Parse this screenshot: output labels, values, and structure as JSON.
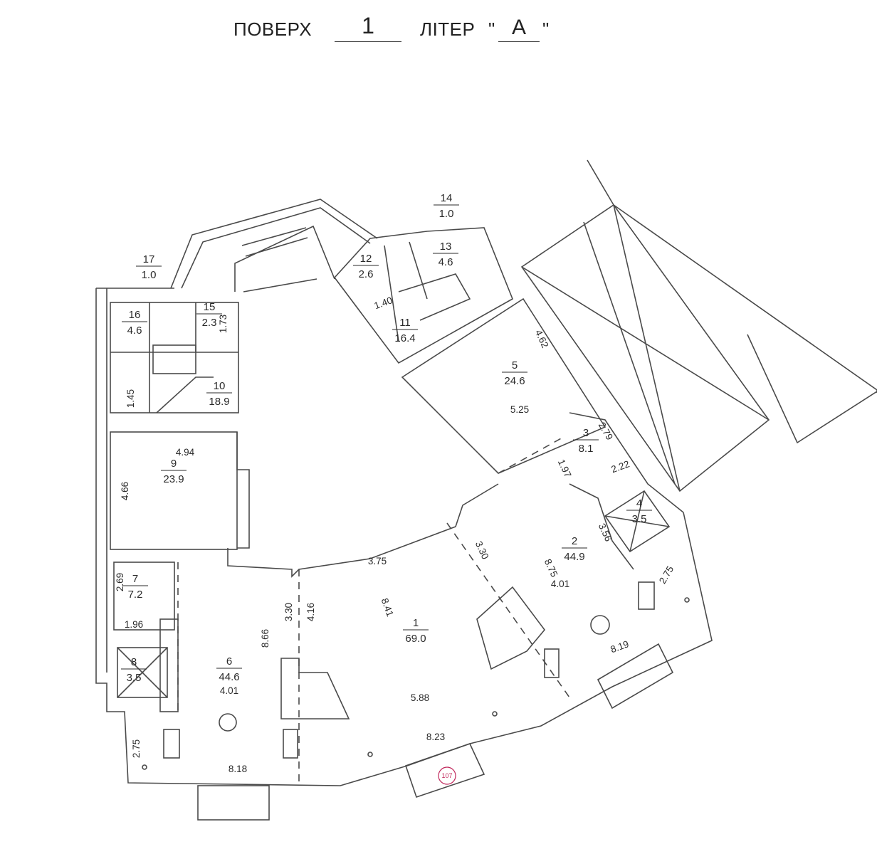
{
  "header": {
    "floor_label": "ПОВЕРХ",
    "floor_value": "1",
    "letter_label": "ЛІТЕР",
    "letter_quote_open": "\"",
    "letter_value": "А",
    "letter_quote_close": "\""
  },
  "rooms": [
    {
      "id": "room-1",
      "number": "1",
      "area": "69.0"
    },
    {
      "id": "room-2",
      "number": "2",
      "area": "44.9"
    },
    {
      "id": "room-3",
      "number": "3",
      "area": "8.1"
    },
    {
      "id": "room-4",
      "number": "4",
      "area": "3.5"
    },
    {
      "id": "room-5",
      "number": "5",
      "area": "24.6"
    },
    {
      "id": "room-6",
      "number": "6",
      "area": "44.6"
    },
    {
      "id": "room-7",
      "number": "7",
      "area": "7.2"
    },
    {
      "id": "room-8",
      "number": "8",
      "area": "3.5"
    },
    {
      "id": "room-9",
      "number": "9",
      "area": "23.9"
    },
    {
      "id": "room-10",
      "number": "10",
      "area": "18.9"
    },
    {
      "id": "room-11",
      "number": "11",
      "area": "16.4"
    },
    {
      "id": "room-12",
      "number": "12",
      "area": "2.6"
    },
    {
      "id": "room-13",
      "number": "13",
      "area": "4.6"
    },
    {
      "id": "room-14",
      "number": "14",
      "area": "1.0"
    },
    {
      "id": "room-15",
      "number": "15",
      "area": "2.3"
    },
    {
      "id": "room-16",
      "number": "16",
      "area": "4.6"
    },
    {
      "id": "room-17",
      "number": "17",
      "area": "1.0"
    }
  ],
  "dimensions": [
    "4.62",
    "5.25",
    "2.79",
    "2.22",
    "1.97",
    "3.56",
    "2.75",
    "8.19",
    "4.01",
    "8.75",
    "3.30",
    "3.75",
    "8.41",
    "5.88",
    "8.23",
    "4.16",
    "3.30",
    "8.66",
    "4.01",
    "8.18",
    "2.75",
    "1.96",
    "2.69",
    "4.94",
    "4.66",
    "1.45",
    "1.73",
    "1.40"
  ],
  "stamp": {
    "text": "107"
  },
  "colors": {
    "line": "#4a4a4a",
    "text": "#2a2a2a",
    "stamp": "#c0265a"
  }
}
